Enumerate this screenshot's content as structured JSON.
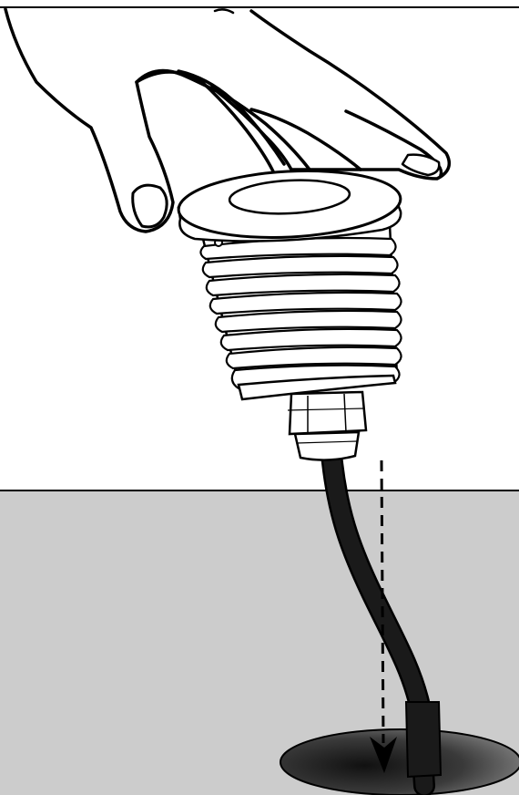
{
  "illustration": {
    "subject": "recessed-led-fixture-installation",
    "elements": [
      "hand",
      "ground-light-fixture",
      "cable-gland",
      "power-cable",
      "insertion-arrow",
      "mounting-hole",
      "ground-surface"
    ],
    "colors": {
      "background": "#ffffff",
      "ground": "#cccccc",
      "line": "#000000",
      "cable": "#1a1a1a",
      "fixture_fill": "#ffffff",
      "hole_dark": "#222222",
      "hole_light": "#8a8a8a"
    },
    "arrow_style": "dashed-down"
  }
}
